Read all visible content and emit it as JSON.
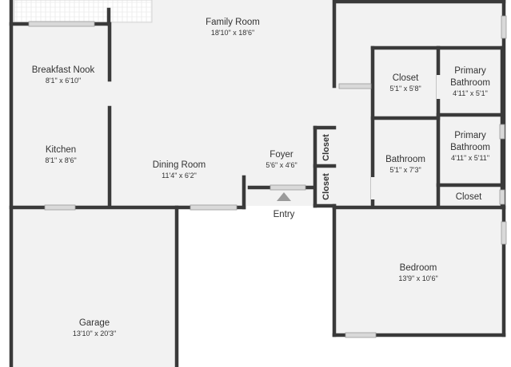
{
  "colors": {
    "wall": "#3a3a3a",
    "floor": "#f2f2f2",
    "window": "#d9d9d9",
    "background": "#ffffff",
    "entry_marker": "#9a9a9a"
  },
  "rooms": {
    "family_room": {
      "name": "Family Room",
      "dims": "18'10\" x 18'6\""
    },
    "breakfast_nook": {
      "name": "Breakfast Nook",
      "dims": "8'1\" x 6'10\""
    },
    "kitchen": {
      "name": "Kitchen",
      "dims": "8'1\" x 8'6\""
    },
    "dining_room": {
      "name": "Dining Room",
      "dims": "11'4\" x 6'2\""
    },
    "foyer": {
      "name": "Foyer",
      "dims": "5'6\" x 4'6\""
    },
    "closet_upper": {
      "name": "Closet"
    },
    "closet_lower": {
      "name": "Closet"
    },
    "closet_bath": {
      "name": "Closet",
      "dims": "5'1\" x 5'8\""
    },
    "primary_bathroom_1": {
      "name_line1": "Primary",
      "name_line2": "Bathroom",
      "dims": "4'11\" x 5'1\""
    },
    "primary_bathroom_2": {
      "name_line1": "Primary",
      "name_line2": "Bathroom",
      "dims": "4'11\" x 5'11\""
    },
    "bathroom": {
      "name": "Bathroom",
      "dims": "5'1\" x 7'3\""
    },
    "closet_small": {
      "name": "Closet"
    },
    "bedroom": {
      "name": "Bedroom",
      "dims": "13'9\" x 10'6\""
    },
    "garage": {
      "name": "Garage",
      "dims": "13'10\" x 20'3\""
    }
  },
  "entry": {
    "label": "Entry"
  }
}
